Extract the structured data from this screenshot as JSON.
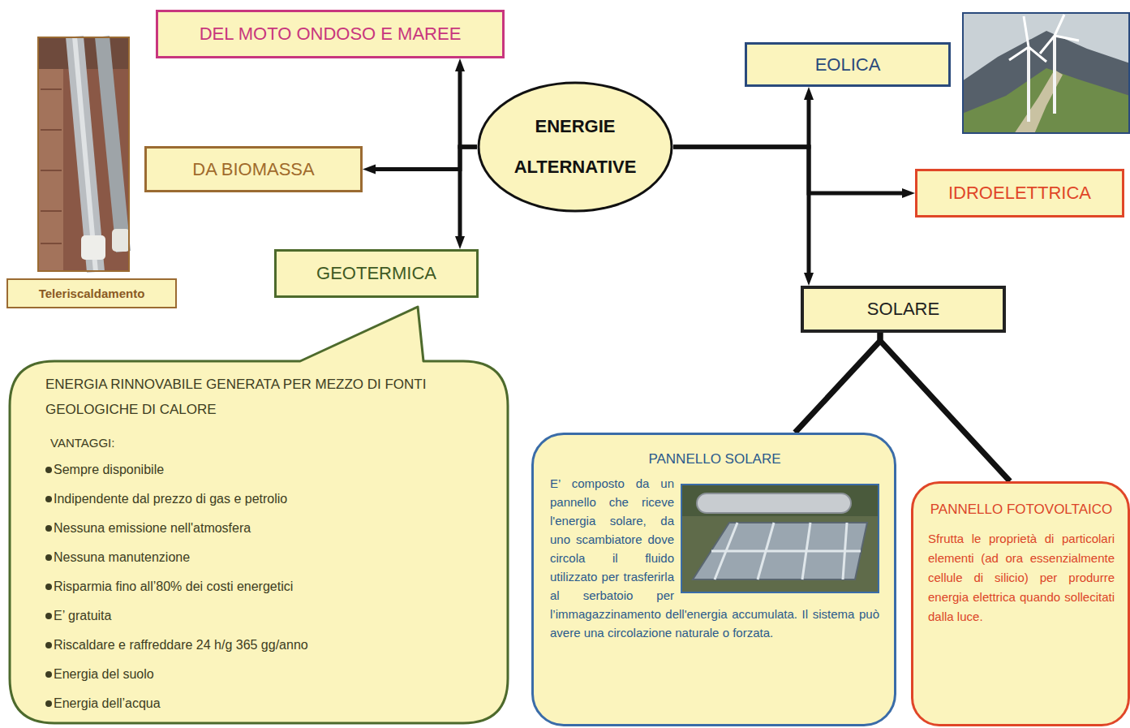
{
  "diagram": {
    "nodes": [
      {
        "text": [
          "ENERGIE ALTERNATIVE"
        ]
      },
      {
        "text": [
          "DEL MOTO ONDOSO E MAREE"
        ]
      },
      {
        "text": [
          "DA BIOMASSA"
        ]
      },
      {
        "text": [
          "GEOTERMICA"
        ]
      },
      {
        "text": [
          "Teleriscaldamento"
        ]
      },
      {
        "text": [
          "ENERGIA RINNOVABILE GENERATA PER MEZZO DI FONTI GEOLOGICHE DI CALORE",
          "VANTAGGI:",
          "Sempre disponibile",
          "Indipendente dal prezzo di gas e petrolio",
          "Nessuna emissione nell'atmosfera",
          "Nessuna manutenzione",
          "Risparmia fino all’80% dei costi energetici",
          "E’ gratuita",
          "Riscaldare e raffreddare 24 h/g 365 gg/anno",
          "Energia del suolo",
          "Energia dell’acqua"
        ]
      },
      {
        "text": [
          "EOLICA"
        ]
      },
      {
        "text": [
          "IDROELETTRICA"
        ]
      },
      {
        "text": [
          "SOLARE"
        ]
      },
      {
        "text": [
          "PANNELLO SOLARE",
          "E’ composto da un pannello che riceve l'energia solare, da uno scambiatore dove circola il fluido utilizzato per trasferirla al serbatoio per l’immagazzinamento dell'energia accumulata. Il sistema può avere una circolazione naturale o forzata."
        ]
      },
      {
        "text": [
          "PANNELLO FOTOVOLTAICO",
          "Sfrutta le proprietà di particolari elementi (ad ora essenzialmente cellule di silicio) per produrre energia elettrica quando sollecitati dalla luce."
        ]
      }
    ],
    "edges": [
      {
        "from": 0,
        "to": 1,
        "arrow": "to"
      },
      {
        "from": 0,
        "to": 2,
        "arrow": "to"
      },
      {
        "from": 0,
        "to": 3,
        "arrow": "to"
      },
      {
        "from": 0,
        "to": 6,
        "arrow": "to"
      },
      {
        "from": 0,
        "to": 7,
        "arrow": "to"
      },
      {
        "from": 0,
        "to": 8,
        "arrow": "to"
      },
      {
        "from": 8,
        "to": 9,
        "arrow": "none"
      },
      {
        "from": 8,
        "to": 10,
        "arrow": "none"
      }
    ]
  }
}
